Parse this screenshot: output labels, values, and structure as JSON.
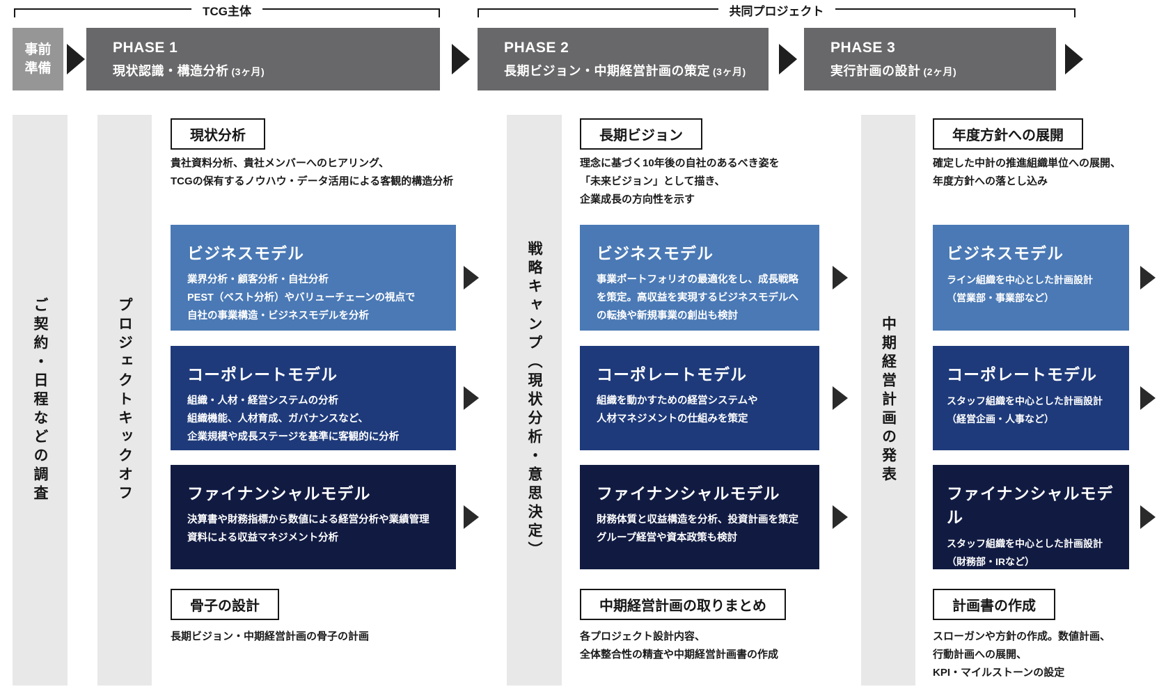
{
  "brackets": {
    "left": "TCG主体",
    "right": "共同プロジェクト"
  },
  "phases": {
    "pre_label": "事前\n準備",
    "items": [
      {
        "name": "PHASE 1",
        "title": "現状認識・構造分析",
        "duration": "(3ヶ月)"
      },
      {
        "name": "PHASE 2",
        "title": "長期ビジョン・中期経営計画の策定",
        "duration": "(3ヶ月)"
      },
      {
        "name": "PHASE 3",
        "title": "実行計画の設計",
        "duration": "(2ヶ月)"
      }
    ]
  },
  "side_bars": [
    {
      "label": "ご契約・日程などの調査"
    },
    {
      "label": "プロジェクトキックオフ"
    },
    {
      "label": "戦略キャンプ（現状分析・意思決定）"
    },
    {
      "label": "中期経営計画の発表"
    }
  ],
  "columns": [
    {
      "top_box": "現状分析",
      "top_desc": "貴社資料分析、貴社メンバーへのヒアリング、\nTCGの保有するノウハウ・データ活用による客観的構造分析",
      "models": [
        {
          "title": "ビジネスモデル",
          "desc": "業界分析・顧客分析・自社分析\nPEST（ベスト分析）やバリューチェーンの視点で\n自社の事業構造・ビジネスモデルを分析"
        },
        {
          "title": "コーポレートモデル",
          "desc": "組織・人材・経営システムの分析\n組織機能、人材育成、ガバナンスなど、\n企業規模や成長ステージを基準に客観的に分析"
        },
        {
          "title": "ファイナンシャルモデル",
          "desc": "決算書や財務指標から数値による経営分析や業績管理資料による収益マネジメント分析"
        }
      ],
      "bottom_box": "骨子の設計",
      "bottom_desc": "長期ビジョン・中期経営計画の骨子の計画"
    },
    {
      "top_box": "長期ビジョン",
      "top_desc": "理念に基づく10年後の自社のあるべき姿を\n「未来ビジョン」として描き、\n企業成長の方向性を示す",
      "models": [
        {
          "title": "ビジネスモデル",
          "desc": "事業ポートフォリオの最適化をし、成長戦略を策定。高収益を実現するビジネスモデルへの転換や新規事業の創出も検討"
        },
        {
          "title": "コーポレートモデル",
          "desc": "組織を動かすための経営システムや\n人材マネジメントの仕組みを策定"
        },
        {
          "title": "ファイナンシャルモデル",
          "desc": "財務体質と収益構造を分析、投資計画を策定\nグループ経営や資本政策も検討"
        }
      ],
      "bottom_box": "中期経営計画の取りまとめ",
      "bottom_desc": "各プロジェクト設計内容、\n全体整合性の精査や中期経営計画書の作成"
    },
    {
      "top_box": "年度方針への展開",
      "top_desc": "確定した中計の推進組織単位への展開、\n年度方針への落とし込み",
      "models": [
        {
          "title": "ビジネスモデル",
          "desc": "ライン組織を中心とした計画設計\n（営業部・事業部など）"
        },
        {
          "title": "コーポレートモデル",
          "desc": "スタッフ組織を中心とした計画設計\n（経営企画・人事など）"
        },
        {
          "title": "ファイナンシャルモデル",
          "desc": "スタッフ組織を中心とした計画設計\n（財務部・IRなど）"
        }
      ],
      "bottom_box": "計画書の作成",
      "bottom_desc": "スローガンや方針の作成。数値計画、\n行動計画への展開、\nKPI・マイルストーンの設定"
    }
  ],
  "colors": {
    "pre_phase_gray": "#969696",
    "phase_gray": "#68686a",
    "sidebar_gray": "#e8e8e8",
    "model_blue": "#4a79b5",
    "model_dark_blue": "#1e3a7a",
    "model_navy": "#111b42",
    "arrow_black": "#1f1f1f",
    "text_black": "#161616"
  }
}
